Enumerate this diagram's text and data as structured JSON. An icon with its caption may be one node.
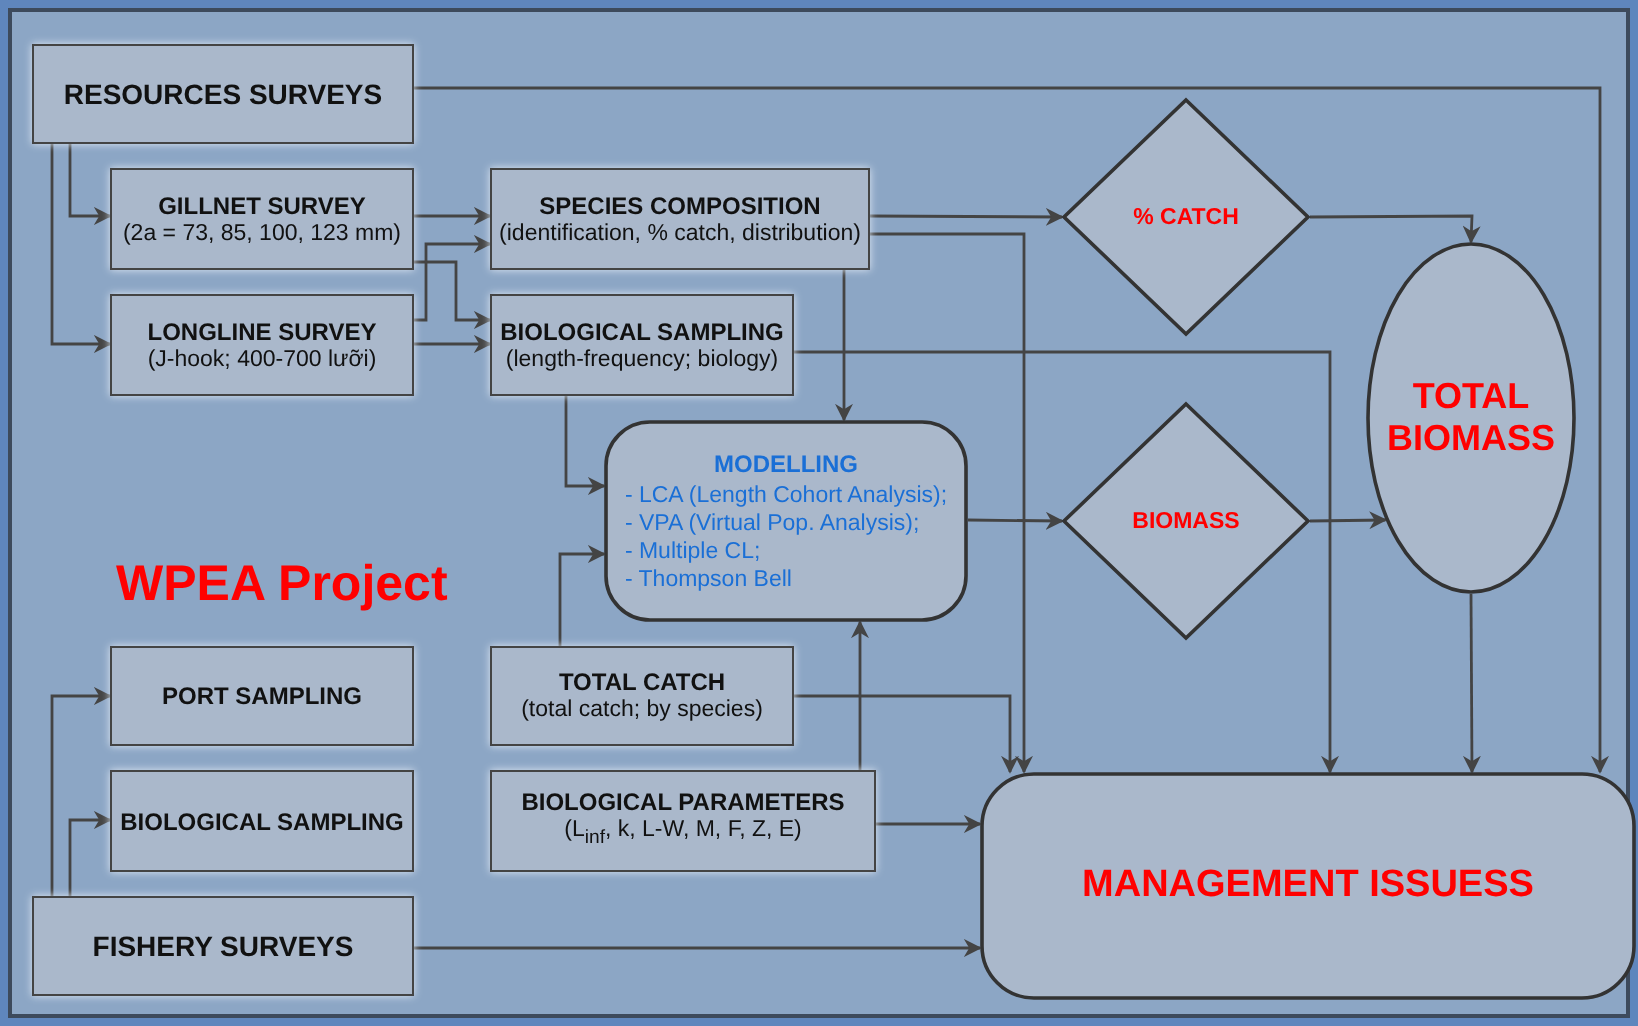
{
  "diagram": {
    "nodes": [
      {
        "text": [
          "RESOURCES SURVEYS"
        ]
      },
      {
        "text": [
          "GILLNET SURVEY",
          "(2a = 73, 85, 100, 123 mm)"
        ]
      },
      {
        "text": [
          "LONGLINE SURVEY",
          "(J-hook; 400-700 lưỡi)"
        ]
      },
      {
        "text": [
          "SPECIES COMPOSITION",
          "(identification, % catch, distribution)"
        ]
      },
      {
        "text": [
          "BIOLOGICAL SAMPLING",
          "(length-frequency; biology)"
        ]
      },
      {
        "text": [
          "% CATCH"
        ]
      },
      {
        "text": [
          "TOTAL BIOMASS"
        ]
      },
      {
        "text": [
          "MODELLING",
          "- LCA (Length Cohort Analysis);",
          "- VPA (Virtual Pop. Analysis);",
          "- Multiple CL;",
          "- Thompson Bell"
        ]
      },
      {
        "text": [
          "BIOMASS"
        ]
      },
      {
        "text": [
          "PORT SAMPLING"
        ]
      },
      {
        "text": [
          "TOTAL CATCH",
          "(total catch; by species)"
        ]
      },
      {
        "text": [
          "BIOLOGICAL SAMPLING"
        ]
      },
      {
        "text": [
          "BIOLOGICAL PARAMETERS",
          "(L$_{inf}$, k, L-W, M, F, Z, E)"
        ]
      },
      {
        "text": [
          "FISHERY SURVEYS"
        ]
      },
      {
        "text": [
          "MANAGEMENT ISSUESS"
        ]
      }
    ],
    "edges": [
      {
        "from": 0,
        "to": 1,
        "arrow": "to"
      },
      {
        "from": 0,
        "to": 2,
        "arrow": "to"
      },
      {
        "from": 0,
        "to": 14,
        "arrow": "to"
      },
      {
        "from": 1,
        "to": 3,
        "arrow": "to"
      },
      {
        "from": 1,
        "to": 4,
        "arrow": "to"
      },
      {
        "from": 2,
        "to": 3,
        "arrow": "to"
      },
      {
        "from": 2,
        "to": 4,
        "arrow": "to"
      },
      {
        "from": 3,
        "to": 5,
        "arrow": "to"
      },
      {
        "from": 3,
        "to": 7,
        "arrow": "to"
      },
      {
        "from": 3,
        "to": 14,
        "arrow": "to"
      },
      {
        "from": 4,
        "to": 14,
        "arrow": "to"
      },
      {
        "from": 4,
        "to": 7,
        "arrow": "to"
      },
      {
        "from": 5,
        "to": 6,
        "arrow": "to"
      },
      {
        "from": 6,
        "to": 14,
        "arrow": "to"
      },
      {
        "from": 7,
        "to": 8,
        "arrow": "to"
      },
      {
        "from": 8,
        "to": 6,
        "arrow": "to"
      },
      {
        "from": 10,
        "to": 7,
        "arrow": "to"
      },
      {
        "from": 10,
        "to": 14,
        "arrow": "to"
      },
      {
        "from": 12,
        "to": 7,
        "arrow": "to"
      },
      {
        "from": 12,
        "to": 14,
        "arrow": "to"
      },
      {
        "from": 13,
        "to": 9,
        "arrow": "to"
      },
      {
        "from": 13,
        "to": 11,
        "arrow": "to"
      },
      {
        "from": 13,
        "to": 14,
        "arrow": "to"
      }
    ],
    "labels": [
      "WPEA Project"
    ]
  }
}
